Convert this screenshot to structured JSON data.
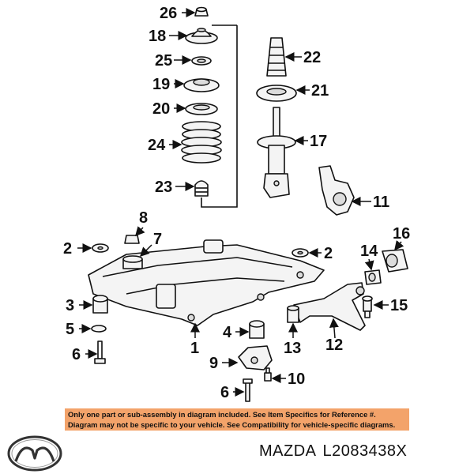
{
  "callouts": {
    "c26": "26",
    "c18": "18",
    "c25": "25",
    "c19": "19",
    "c20": "20",
    "c24": "24",
    "c23": "23",
    "c22": "22",
    "c21": "21",
    "c17": "17",
    "c11": "11",
    "c8": "8",
    "c7": "7",
    "c2a": "2",
    "c2b": "2",
    "c16": "16",
    "c14": "14",
    "c3": "3",
    "c15": "15",
    "c5": "5",
    "c4": "4",
    "c13": "13",
    "c12": "12",
    "c6a": "6",
    "c1": "1",
    "c9": "9",
    "c10": "10",
    "c6b": "6"
  },
  "notice": {
    "line1": "Only one part or sub-assembly in diagram included. See Item Specifics for Reference #.",
    "line2": "Diagram may not be specific to your vehicle. See Compatibility for vehicle-specific diagrams."
  },
  "brand": {
    "name": "MAZDA",
    "part_number": "L2083438X"
  },
  "colors": {
    "notice_bg": "#f3a36a",
    "ink": "#111111"
  },
  "icons": {
    "logo": "mazda-logo-icon"
  }
}
